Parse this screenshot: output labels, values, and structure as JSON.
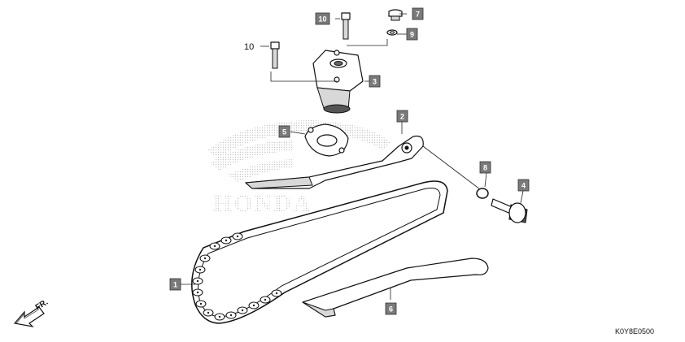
{
  "diagram": {
    "callouts": [
      {
        "id": "1",
        "label": "1"
      },
      {
        "id": "2",
        "label": "2"
      },
      {
        "id": "3",
        "label": "3"
      },
      {
        "id": "4",
        "label": "4"
      },
      {
        "id": "5",
        "label": "5"
      },
      {
        "id": "6",
        "label": "6"
      },
      {
        "id": "7",
        "label": "7"
      },
      {
        "id": "8",
        "label": "8"
      },
      {
        "id": "9",
        "label": "9"
      },
      {
        "id": "10a",
        "label": "10"
      },
      {
        "id": "10b",
        "label": "10"
      }
    ],
    "direction_label": "FR.",
    "diagram_code": "K0Y8E0500",
    "watermark_brand": "HONDA",
    "colors": {
      "callout_fill": "#7a7a7a",
      "line": "#111111",
      "watermark": "#c9c9c9"
    }
  }
}
